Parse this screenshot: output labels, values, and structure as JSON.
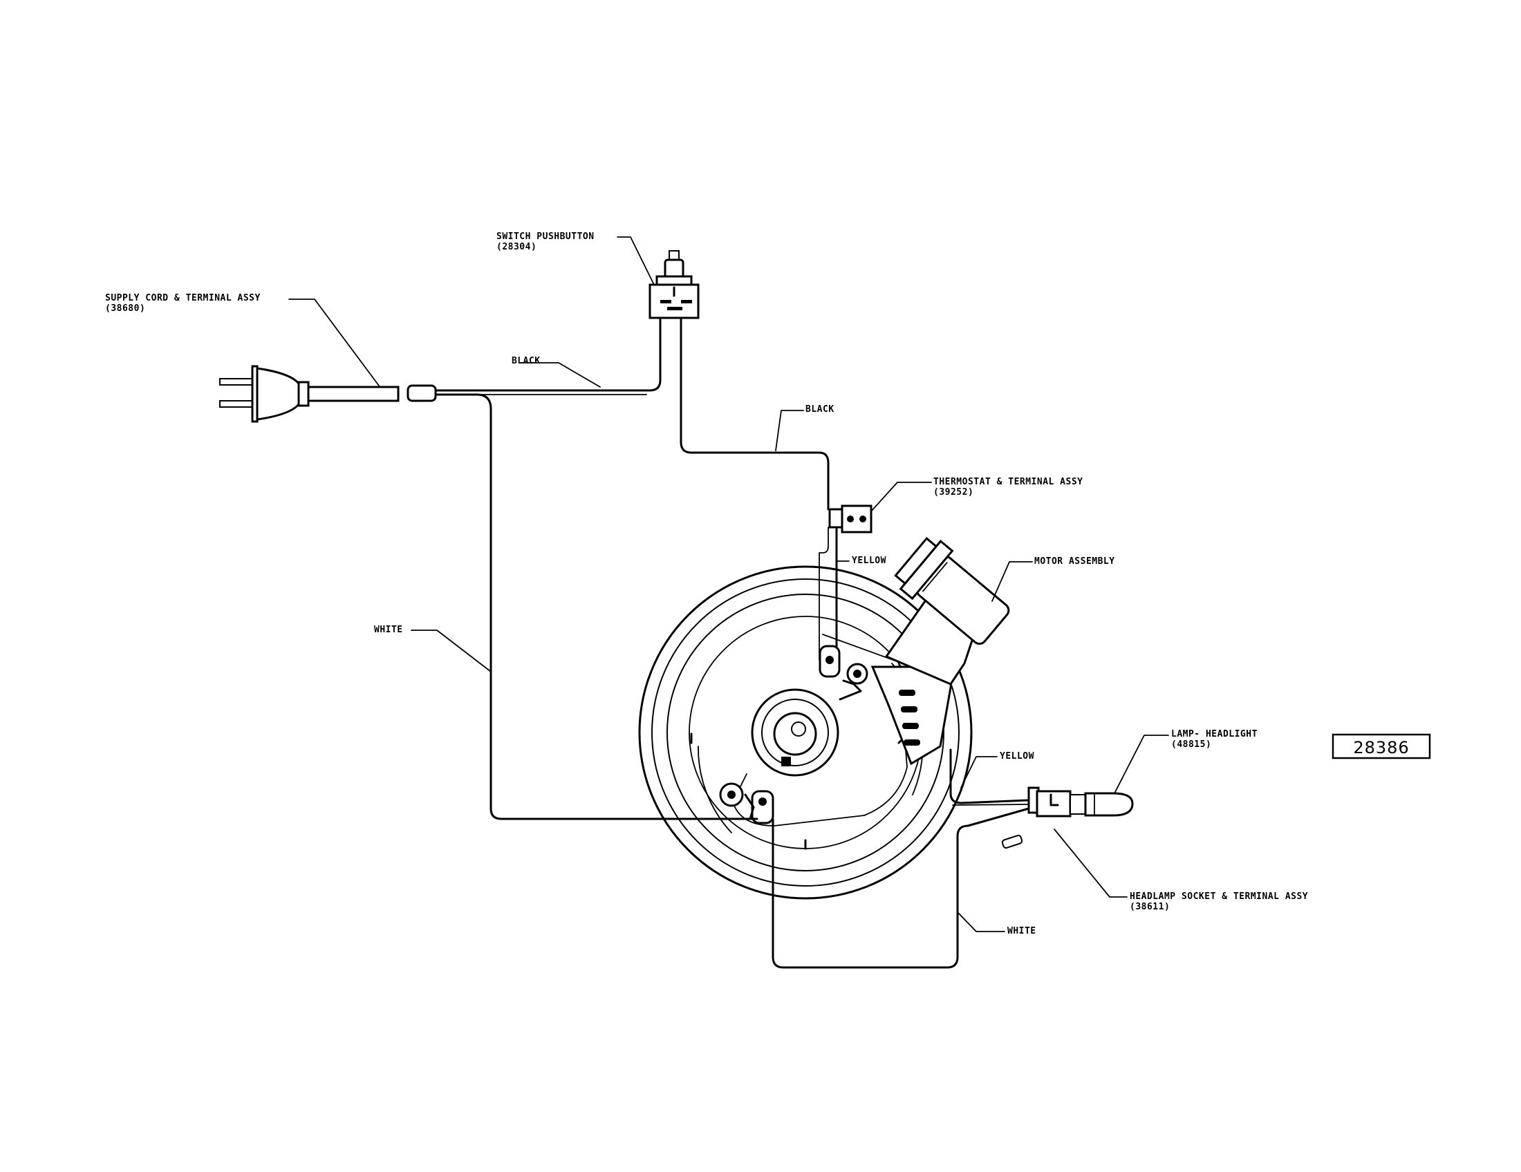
{
  "diagram": {
    "reference_number": "28386",
    "colors": {
      "line": "#000000",
      "background": "#ffffff"
    },
    "callouts": {
      "supply_cord": {
        "name": "SUPPLY CORD & TERMINAL ASSY",
        "part": "(38680)"
      },
      "switch": {
        "name": "SWITCH PUSHBUTTON",
        "part": "(28304)"
      },
      "thermostat": {
        "name": "THERMOSTAT & TERMINAL ASSY",
        "part": "(39252)"
      },
      "motor": {
        "name": "MOTOR ASSEMBLY"
      },
      "lamp": {
        "name": "LAMP- HEADLIGHT",
        "part": "(48815)"
      },
      "headlamp_socket": {
        "name": "HEADLAMP SOCKET & TERMINAL ASSY",
        "part": "(38611)"
      }
    },
    "wire_labels": {
      "black_1": "BLACK",
      "black_2": "BLACK",
      "white_1": "WHITE",
      "white_2": "WHITE",
      "yellow_1": "YELLOW",
      "yellow_2": "YELLOW"
    }
  }
}
